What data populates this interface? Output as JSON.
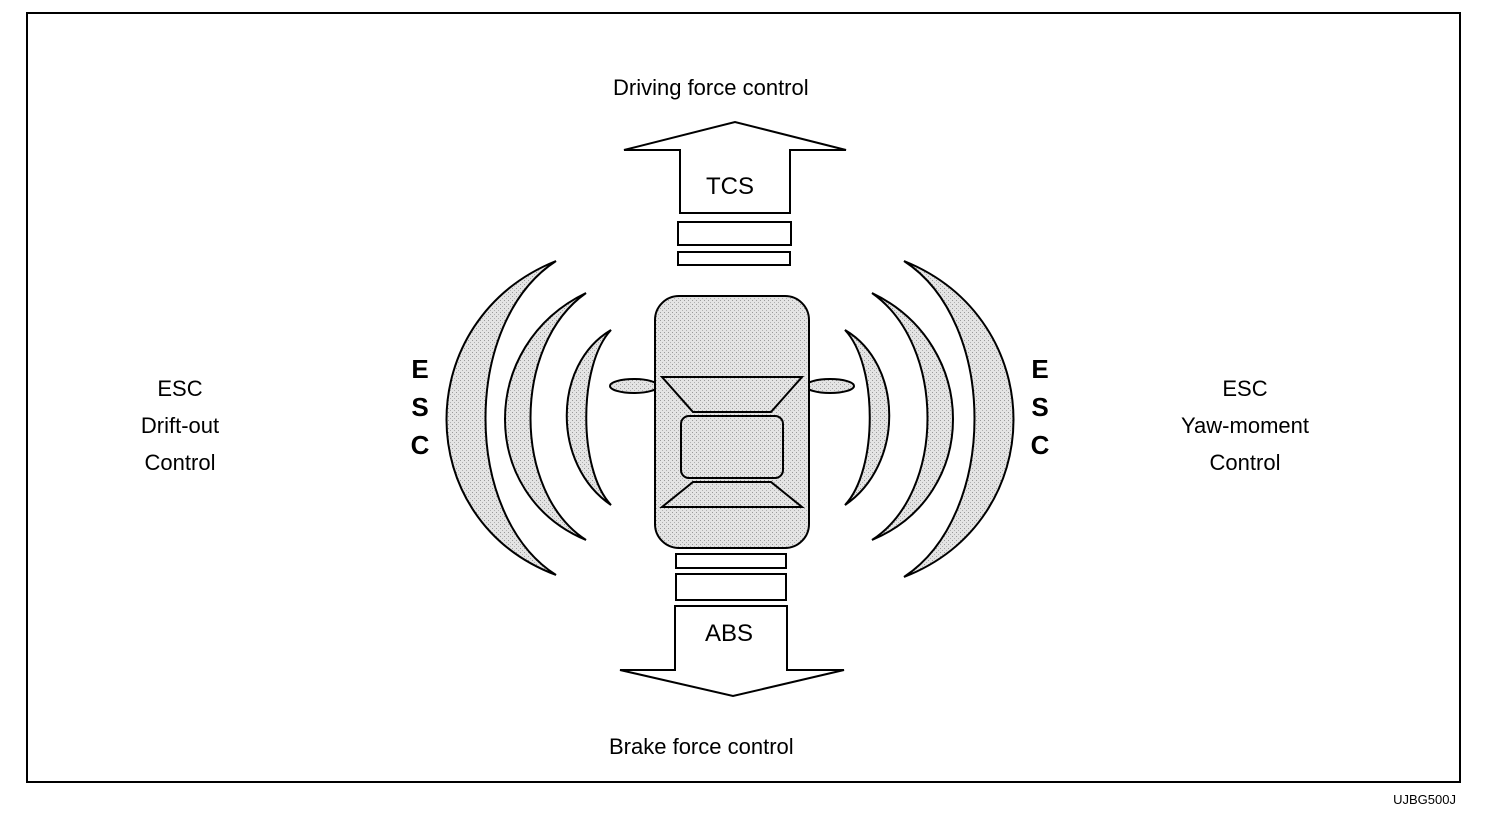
{
  "diagram": {
    "top_label": "Driving force control",
    "bottom_label": "Brake force control",
    "top_arrow_label": "TCS",
    "bottom_arrow_label": "ABS",
    "left_side_letters": [
      "E",
      "S",
      "C"
    ],
    "right_side_letters": [
      "E",
      "S",
      "C"
    ],
    "left_text": [
      "ESC",
      "Drift-out",
      "Control"
    ],
    "right_text": [
      "ESC",
      "Yaw-moment",
      "Control"
    ],
    "figure_code": "UJBG500J"
  },
  "colors": {
    "line": "#000000",
    "fill_shade": "#d6d6d6",
    "background": "#ffffff"
  }
}
